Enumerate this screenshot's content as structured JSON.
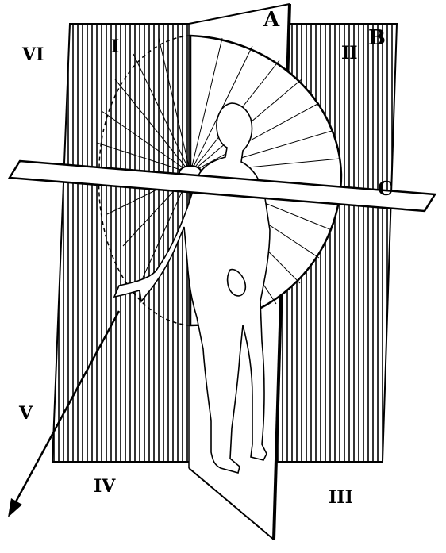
{
  "diagram": {
    "plane_labels": {
      "a": "A",
      "b": "B",
      "c": "C"
    },
    "region_labels": {
      "i": "I",
      "ii": "II",
      "iii": "III",
      "iv": "IV",
      "v": "V",
      "vi": "VI"
    },
    "colors": {
      "ink": "#000000",
      "paper": "#ffffff"
    }
  }
}
